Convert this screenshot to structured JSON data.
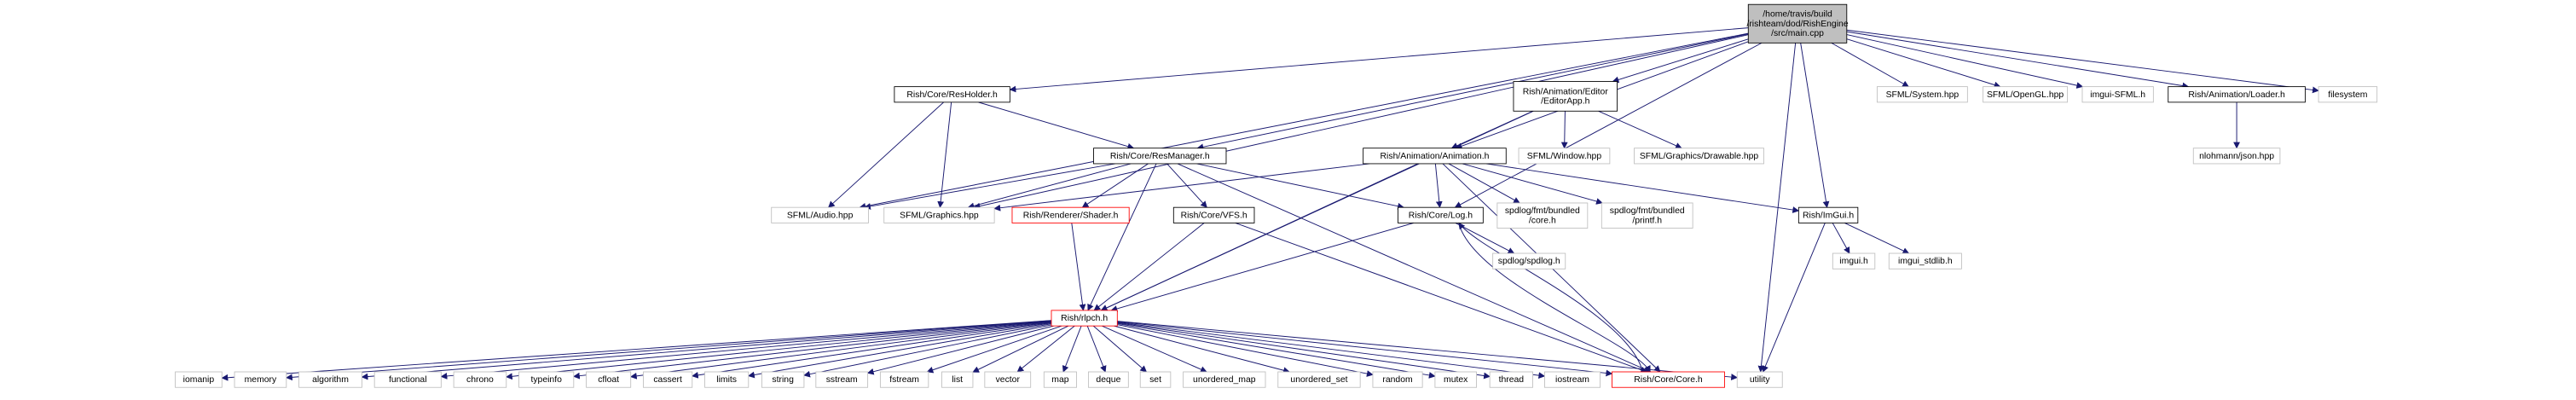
{
  "colors": {
    "edge": "#191970",
    "node_border_doc": "#000000",
    "node_border_ext": "#bfbfbf",
    "node_border_trunc": "#ff0000",
    "root_fill": "#bfbfbf"
  },
  "nodes": [
    {
      "id": "main",
      "style": "root",
      "lines": [
        "/home/travis/build",
        "/rishteam/dod/RishEngine",
        "/src/main.cpp"
      ]
    },
    {
      "id": "resholder",
      "style": "doc",
      "lines": [
        "Rish/Core/ResHolder.h"
      ]
    },
    {
      "id": "editorapp",
      "style": "doc",
      "lines": [
        "Rish/Animation/Editor",
        "/EditorApp.h"
      ]
    },
    {
      "id": "sfml_system",
      "style": "ext",
      "lines": [
        "SFML/System.hpp"
      ]
    },
    {
      "id": "sfml_opengl",
      "style": "ext",
      "lines": [
        "SFML/OpenGL.hpp"
      ]
    },
    {
      "id": "imgui_sfml",
      "style": "ext",
      "lines": [
        "imgui-SFML.h"
      ]
    },
    {
      "id": "loader",
      "style": "doc",
      "lines": [
        "Rish/Animation/Loader.h"
      ]
    },
    {
      "id": "filesystem",
      "style": "ext",
      "lines": [
        "filesystem"
      ]
    },
    {
      "id": "resmanager",
      "style": "doc",
      "lines": [
        "Rish/Core/ResManager.h"
      ]
    },
    {
      "id": "animation",
      "style": "doc",
      "lines": [
        "Rish/Animation/Animation.h"
      ]
    },
    {
      "id": "sfml_window",
      "style": "ext",
      "lines": [
        "SFML/Window.hpp"
      ]
    },
    {
      "id": "sfml_drawable",
      "style": "ext",
      "lines": [
        "SFML/Graphics/Drawable.hpp"
      ]
    },
    {
      "id": "nlohmann",
      "style": "ext",
      "lines": [
        "nlohmann/json.hpp"
      ]
    },
    {
      "id": "sfml_audio",
      "style": "ext",
      "lines": [
        "SFML/Audio.hpp"
      ]
    },
    {
      "id": "sfml_graphics",
      "style": "ext",
      "lines": [
        "SFML/Graphics.hpp"
      ]
    },
    {
      "id": "shader",
      "style": "trunc",
      "lines": [
        "Rish/Renderer/Shader.h"
      ]
    },
    {
      "id": "vfs",
      "style": "doc",
      "lines": [
        "Rish/Core/VFS.h"
      ]
    },
    {
      "id": "log",
      "style": "doc",
      "lines": [
        "Rish/Core/Log.h"
      ]
    },
    {
      "id": "fmt_core",
      "style": "ext",
      "lines": [
        "spdlog/fmt/bundled",
        "/core.h"
      ]
    },
    {
      "id": "fmt_printf",
      "style": "ext",
      "lines": [
        "spdlog/fmt/bundled",
        "/printf.h"
      ]
    },
    {
      "id": "imgui_h",
      "style": "doc",
      "lines": [
        "Rish/ImGui.h"
      ]
    },
    {
      "id": "spdlog",
      "style": "ext",
      "lines": [
        "spdlog/spdlog.h"
      ]
    },
    {
      "id": "imgui",
      "style": "ext",
      "lines": [
        "imgui.h"
      ]
    },
    {
      "id": "imgui_stdlib",
      "style": "ext",
      "lines": [
        "imgui_stdlib.h"
      ]
    },
    {
      "id": "rlpch",
      "style": "trunc",
      "lines": [
        "Rish/rlpch.h"
      ]
    },
    {
      "id": "iomanip",
      "style": "ext",
      "lines": [
        "iomanip"
      ]
    },
    {
      "id": "memory",
      "style": "ext",
      "lines": [
        "memory"
      ]
    },
    {
      "id": "algorithm",
      "style": "ext",
      "lines": [
        "algorithm"
      ]
    },
    {
      "id": "functional",
      "style": "ext",
      "lines": [
        "functional"
      ]
    },
    {
      "id": "chrono",
      "style": "ext",
      "lines": [
        "chrono"
      ]
    },
    {
      "id": "typeinfo",
      "style": "ext",
      "lines": [
        "typeinfo"
      ]
    },
    {
      "id": "cfloat",
      "style": "ext",
      "lines": [
        "cfloat"
      ]
    },
    {
      "id": "cassert",
      "style": "ext",
      "lines": [
        "cassert"
      ]
    },
    {
      "id": "limits",
      "style": "ext",
      "lines": [
        "limits"
      ]
    },
    {
      "id": "string",
      "style": "ext",
      "lines": [
        "string"
      ]
    },
    {
      "id": "sstream",
      "style": "ext",
      "lines": [
        "sstream"
      ]
    },
    {
      "id": "fstream",
      "style": "ext",
      "lines": [
        "fstream"
      ]
    },
    {
      "id": "list",
      "style": "ext",
      "lines": [
        "list"
      ]
    },
    {
      "id": "vector",
      "style": "ext",
      "lines": [
        "vector"
      ]
    },
    {
      "id": "map",
      "style": "ext",
      "lines": [
        "map"
      ]
    },
    {
      "id": "deque",
      "style": "ext",
      "lines": [
        "deque"
      ]
    },
    {
      "id": "set",
      "style": "ext",
      "lines": [
        "set"
      ]
    },
    {
      "id": "unordered_map",
      "style": "ext",
      "lines": [
        "unordered_map"
      ]
    },
    {
      "id": "unordered_set",
      "style": "ext",
      "lines": [
        "unordered_set"
      ]
    },
    {
      "id": "random",
      "style": "ext",
      "lines": [
        "random"
      ]
    },
    {
      "id": "mutex",
      "style": "ext",
      "lines": [
        "mutex"
      ]
    },
    {
      "id": "thread",
      "style": "ext",
      "lines": [
        "thread"
      ]
    },
    {
      "id": "iostream",
      "style": "ext",
      "lines": [
        "iostream"
      ]
    },
    {
      "id": "core",
      "style": "trunc",
      "lines": [
        "Rish/Core/Core.h"
      ]
    },
    {
      "id": "utility",
      "style": "ext",
      "lines": [
        "utility"
      ]
    }
  ],
  "edges": [
    [
      "main",
      "resholder"
    ],
    [
      "main",
      "editorapp"
    ],
    [
      "main",
      "sfml_system"
    ],
    [
      "main",
      "sfml_opengl"
    ],
    [
      "main",
      "imgui_sfml"
    ],
    [
      "main",
      "loader"
    ],
    [
      "main",
      "filesystem"
    ],
    [
      "main",
      "resmanager"
    ],
    [
      "main",
      "animation"
    ],
    [
      "main",
      "sfml_audio"
    ],
    [
      "main",
      "sfml_graphics"
    ],
    [
      "main",
      "log"
    ],
    [
      "main",
      "imgui_h"
    ],
    [
      "main",
      "utility"
    ],
    [
      "resholder",
      "resmanager"
    ],
    [
      "resholder",
      "sfml_audio"
    ],
    [
      "resholder",
      "sfml_graphics"
    ],
    [
      "editorapp",
      "animation"
    ],
    [
      "editorapp",
      "sfml_window"
    ],
    [
      "editorapp",
      "sfml_drawable"
    ],
    [
      "editorapp",
      "rlpch"
    ],
    [
      "loader",
      "nlohmann"
    ],
    [
      "resmanager",
      "sfml_audio"
    ],
    [
      "resmanager",
      "sfml_graphics"
    ],
    [
      "resmanager",
      "shader"
    ],
    [
      "resmanager",
      "vfs"
    ],
    [
      "resmanager",
      "log"
    ],
    [
      "resmanager",
      "rlpch"
    ],
    [
      "resmanager",
      "core"
    ],
    [
      "animation",
      "sfml_graphics"
    ],
    [
      "animation",
      "fmt_core"
    ],
    [
      "animation",
      "fmt_printf"
    ],
    [
      "animation",
      "imgui_h"
    ],
    [
      "animation",
      "log"
    ],
    [
      "animation",
      "core"
    ],
    [
      "animation",
      "rlpch"
    ],
    [
      "shader",
      "rlpch"
    ],
    [
      "vfs",
      "rlpch"
    ],
    [
      "vfs",
      "core"
    ],
    [
      "log",
      "spdlog"
    ],
    [
      "log",
      "rlpch"
    ],
    [
      "log",
      "core"
    ],
    [
      "core",
      "log"
    ],
    [
      "imgui_h",
      "imgui"
    ],
    [
      "imgui_h",
      "imgui_stdlib"
    ],
    [
      "imgui_h",
      "utility"
    ],
    [
      "rlpch",
      "iomanip"
    ],
    [
      "rlpch",
      "memory"
    ],
    [
      "rlpch",
      "algorithm"
    ],
    [
      "rlpch",
      "functional"
    ],
    [
      "rlpch",
      "chrono"
    ],
    [
      "rlpch",
      "typeinfo"
    ],
    [
      "rlpch",
      "cfloat"
    ],
    [
      "rlpch",
      "cassert"
    ],
    [
      "rlpch",
      "limits"
    ],
    [
      "rlpch",
      "string"
    ],
    [
      "rlpch",
      "sstream"
    ],
    [
      "rlpch",
      "fstream"
    ],
    [
      "rlpch",
      "list"
    ],
    [
      "rlpch",
      "vector"
    ],
    [
      "rlpch",
      "map"
    ],
    [
      "rlpch",
      "deque"
    ],
    [
      "rlpch",
      "set"
    ],
    [
      "rlpch",
      "unordered_map"
    ],
    [
      "rlpch",
      "unordered_set"
    ],
    [
      "rlpch",
      "random"
    ],
    [
      "rlpch",
      "mutex"
    ],
    [
      "rlpch",
      "thread"
    ],
    [
      "rlpch",
      "iostream"
    ],
    [
      "rlpch",
      "core"
    ],
    [
      "rlpch",
      "utility"
    ]
  ]
}
